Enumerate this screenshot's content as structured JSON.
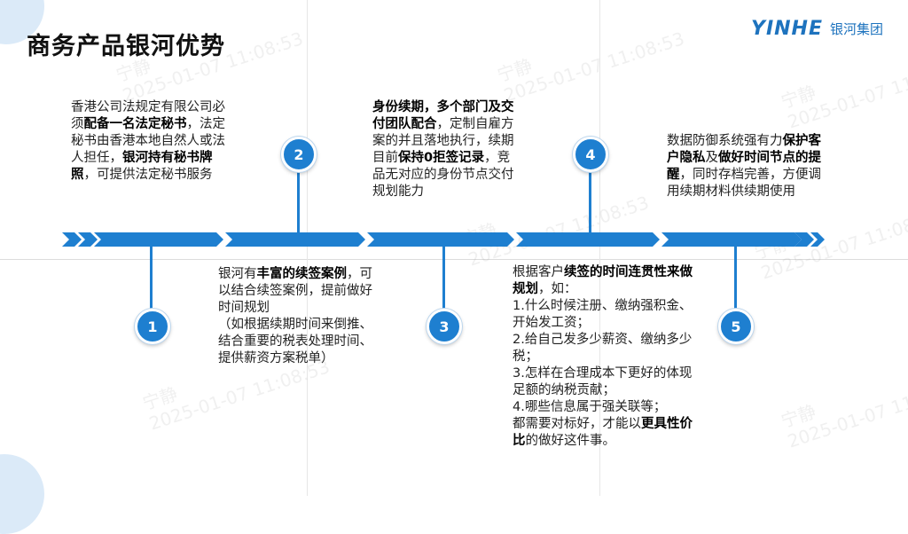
{
  "title": "商务产品银河优势",
  "logo": {
    "mark": "YINHE",
    "text": "银河集团"
  },
  "watermark": {
    "name": "宁静",
    "time": "2025-01-07 11:08:53"
  },
  "steps": [
    {
      "num": "1",
      "text": [
        {
          "t": "香港公司法规定有限公司必须"
        },
        {
          "t": "配备一名法定秘书",
          "b": true
        },
        {
          "t": "，法定秘书由香港本地自然人或法人担任，"
        },
        {
          "t": "银河持有秘书牌照",
          "b": true
        },
        {
          "t": "，可提供法定秘书服务"
        }
      ]
    },
    {
      "num": "2",
      "text": [
        {
          "t": "银河有"
        },
        {
          "t": "丰富的续签案例",
          "b": true
        },
        {
          "t": "，可以结合续签案例，提前做好时间规划\n（如根据续期时间来倒推、结合重要的税表处理时间、提供薪资方案税单）"
        }
      ]
    },
    {
      "num": "3",
      "text": [
        {
          "t": "身份续期，多个部门及交付团队配合",
          "b": true
        },
        {
          "t": "，定制自雇方案的并且落地执行，续期目前"
        },
        {
          "t": "保持0拒签记录",
          "b": true
        },
        {
          "t": "，竞品无对应的身份节点交付规划能力"
        }
      ]
    },
    {
      "num": "4",
      "text": [
        {
          "t": "根据客户"
        },
        {
          "t": "续签的时间连贯性来做规划",
          "b": true
        },
        {
          "t": "，如：\n1.什么时候注册、缴纳强积金、开始发工资；\n2.给自己发多少薪资、缴纳多少税；\n3.怎样在合理成本下更好的体现足额的纳税贡献；\n4.哪些信息属于强关联等；\n都需要对标好，才能以"
        },
        {
          "t": "更具性价比",
          "b": true
        },
        {
          "t": "的做好这件事。"
        }
      ]
    },
    {
      "num": "5",
      "text": [
        {
          "t": "数据防御系统强有力"
        },
        {
          "t": "保护客户隐私",
          "b": true
        },
        {
          "t": "及"
        },
        {
          "t": "做好时间节点的提醒",
          "b": true
        },
        {
          "t": "，同时存档完善，方便调用续期材料供续期使用"
        }
      ]
    }
  ]
}
